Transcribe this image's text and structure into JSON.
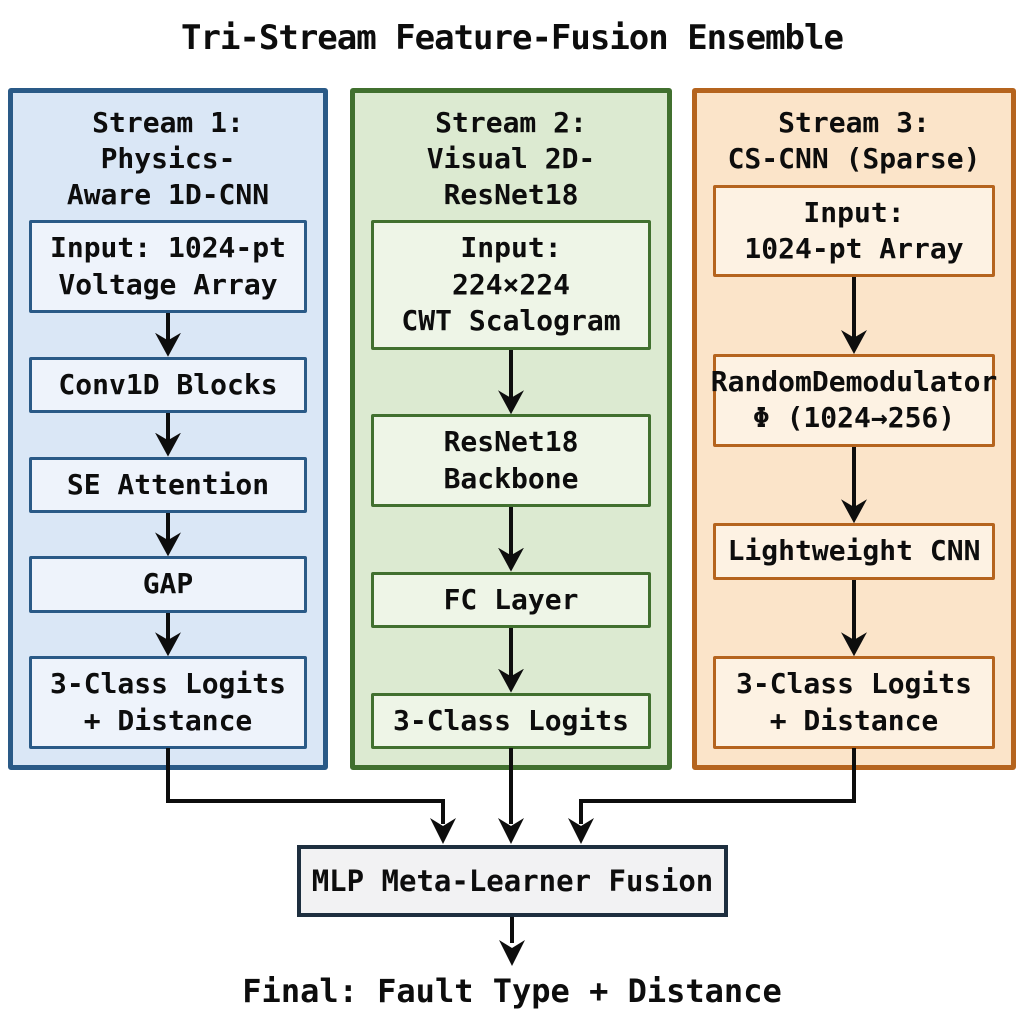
{
  "title": "Tri-Stream Feature-Fusion Ensemble",
  "streams": [
    {
      "header": "Stream 1: Physics-\nAware 1D-CNN",
      "accent_color": "#2a5a87",
      "panel_color": "#dae7f6",
      "boxes": [
        {
          "label": "Input: 1024-pt\nVoltage Array"
        },
        {
          "label": "Conv1D Blocks"
        },
        {
          "label": "SE Attention"
        },
        {
          "label": "GAP"
        },
        {
          "label": "3-Class Logits\n+ Distance"
        }
      ]
    },
    {
      "header": "Stream 2:\nVisual 2D-ResNet18",
      "accent_color": "#41702f",
      "panel_color": "#dcead1",
      "boxes": [
        {
          "label": "Input:\n224×224\nCWT Scalogram"
        },
        {
          "label": "ResNet18\nBackbone"
        },
        {
          "label": "FC Layer"
        },
        {
          "label": "3-Class Logits"
        }
      ]
    },
    {
      "header": "Stream 3:\nCS-CNN (Sparse)",
      "accent_color": "#b5641e",
      "panel_color": "#fbe4c9",
      "boxes": [
        {
          "label": "Input:\n1024-pt Array"
        },
        {
          "label": "RandomDemodulator\nΦ (1024→256)"
        },
        {
          "label": "Lightweight CNN"
        },
        {
          "label": "3-Class Logits\n+ Distance"
        }
      ]
    }
  ],
  "fusion": {
    "label": "MLP Meta-Learner Fusion"
  },
  "final": {
    "label": "Final: Fault Type + Distance"
  },
  "arrow_color": "#0d0d0d"
}
